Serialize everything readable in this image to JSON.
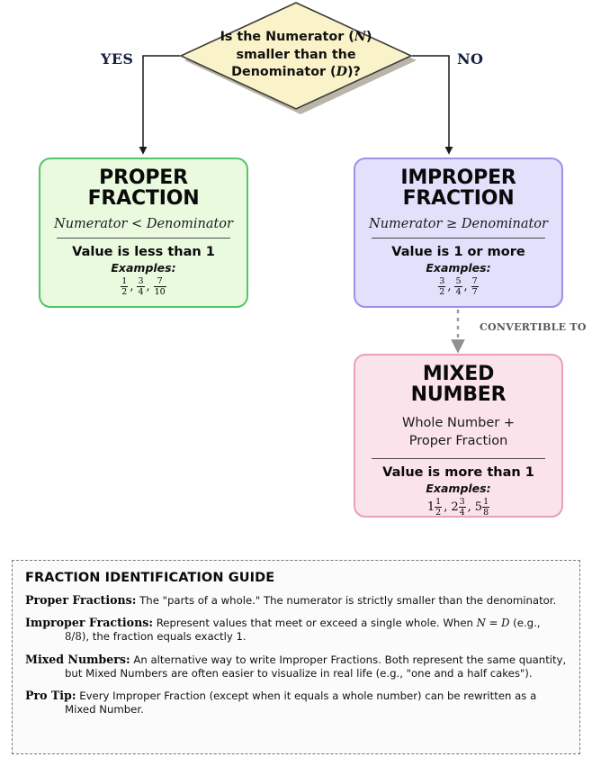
{
  "decision": {
    "line1_a": "Is the Numerator (",
    "line1_var": "N",
    "line1_b": ")",
    "line2": "smaller than the",
    "line3_a": "Denominator (",
    "line3_var": "D",
    "line3_b": ")?",
    "fill_color": "#faf2c8",
    "border_color": "#3a3a3a"
  },
  "branches": {
    "yes_label": "YES",
    "no_label": "NO"
  },
  "cards": {
    "proper": {
      "title_line1": "PROPER",
      "title_line2": "FRACTION",
      "rule": "Numerator < Denominator",
      "value": "Value is less than 1",
      "examples_label": "Examples:",
      "examples": [
        {
          "whole": "",
          "num": "1",
          "den": "2"
        },
        {
          "whole": "",
          "num": "3",
          "den": "4"
        },
        {
          "whole": "",
          "num": "7",
          "den": "10"
        }
      ],
      "fill_color": "#e9fade",
      "border_color": "#55c467"
    },
    "improper": {
      "title_line1": "IMPROPER",
      "title_line2": "FRACTION",
      "rule": "Numerator ≥ Denominator",
      "value": "Value is 1 or more",
      "examples_label": "Examples:",
      "examples": [
        {
          "whole": "",
          "num": "3",
          "den": "2"
        },
        {
          "whole": "",
          "num": "5",
          "den": "4"
        },
        {
          "whole": "",
          "num": "7",
          "den": "7"
        }
      ],
      "fill_color": "#e2e0fb",
      "border_color": "#9a93e8"
    },
    "mixed": {
      "title_line1": "MIXED",
      "title_line2": "NUMBER",
      "rule_line1": "Whole Number +",
      "rule_line2": "Proper Fraction",
      "value": "Value is more than 1",
      "examples_label": "Examples:",
      "examples": [
        {
          "whole": "1",
          "num": "1",
          "den": "2"
        },
        {
          "whole": "2",
          "num": "3",
          "den": "4"
        },
        {
          "whole": "5",
          "num": "1",
          "den": "8"
        }
      ],
      "fill_color": "#fbe3ec",
      "border_color": "#e8a0bd"
    }
  },
  "convertible_label": "CONVERTIBLE TO",
  "legend": {
    "title": "FRACTION IDENTIFICATION GUIDE",
    "items": [
      {
        "term": "Proper Fractions:",
        "text": " The \"parts of a whole.\" The numerator is strictly smaller than the denominator."
      },
      {
        "term": "Improper Fractions:",
        "text_before": " Represent values that meet or exceed a single whole. When ",
        "math": "N = D",
        "text_mid": " (e.g., ",
        "num": "8/8",
        "text_after": "), the fraction equals exactly 1."
      },
      {
        "term": "Mixed Numbers:",
        "text": " An alternative way to write Improper Fractions. Both represent the same quantity, but Mixed Numbers are often easier to visualize in real life (e.g., \"one and a half cakes\")."
      },
      {
        "term": "Pro Tip:",
        "text": " Every Improper Fraction (except when it equals a whole number) can be rewritten as a Mixed Number."
      }
    ]
  }
}
